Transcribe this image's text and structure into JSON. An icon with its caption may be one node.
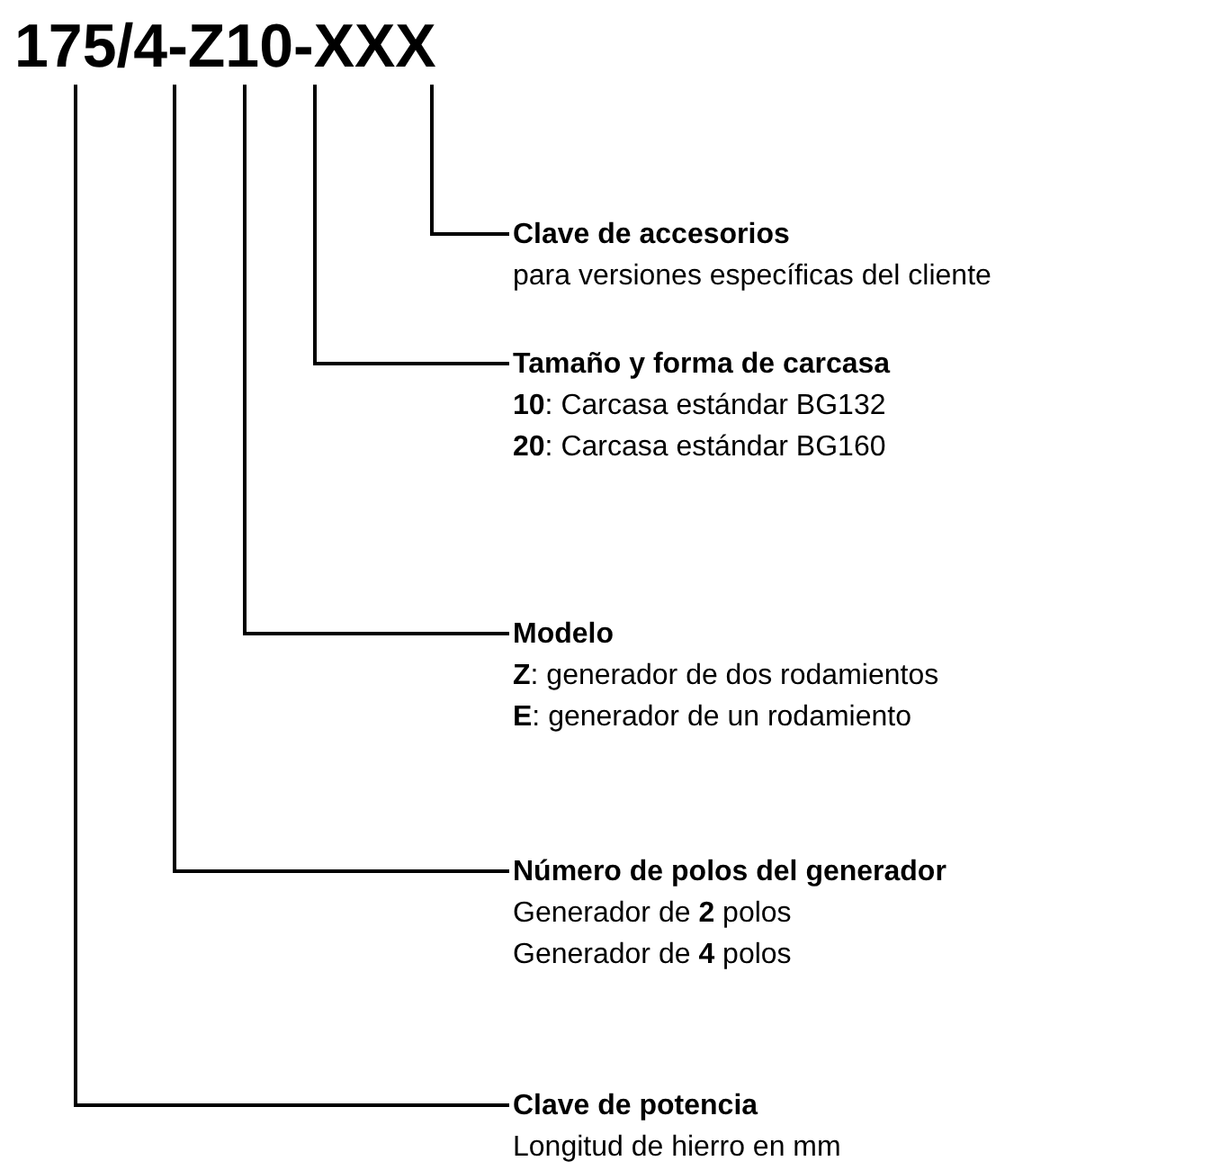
{
  "diagram": {
    "nodes": [
      {
        "text": [
          "175/4-Z10-XXX"
        ]
      },
      {
        "text": [
          "Clave de accesorios",
          "para versiones específicas del cliente"
        ]
      },
      {
        "text": [
          "Tamaño y forma de carcasa",
          "**10**: Carcasa estándar BG132",
          "**20**: Carcasa estándar BG160"
        ]
      },
      {
        "text": [
          "Modelo",
          "**Z**: generador de dos rodamientos",
          "**E**: generador de un rodamiento"
        ]
      },
      {
        "text": [
          "Número de polos del generador",
          "Generador de **2** polos",
          "Generador de **4** polos"
        ]
      },
      {
        "text": [
          "Clave de potencia",
          "Longitud de hierro en mm"
        ]
      }
    ],
    "edges": [
      {
        "from": 0,
        "to": 1,
        "arrow": "none"
      },
      {
        "from": 0,
        "to": 2,
        "arrow": "none"
      },
      {
        "from": 0,
        "to": 3,
        "arrow": "none"
      },
      {
        "from": 0,
        "to": 4,
        "arrow": "none"
      },
      {
        "from": 0,
        "to": 5,
        "arrow": "none"
      }
    ]
  }
}
